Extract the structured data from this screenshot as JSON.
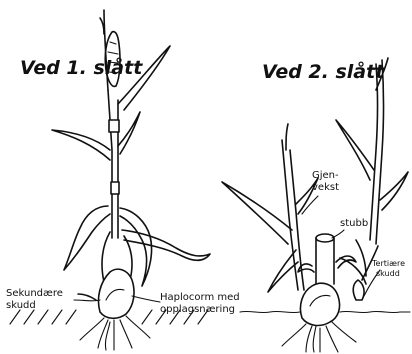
{
  "diagram": {
    "left_panel": {
      "title": "Ved 1. slått",
      "labels": {
        "secondary_shoots_line1": "Sekundære",
        "secondary_shoots_line2": "skudd",
        "haplocorm_line1": "Haplocorm med",
        "haplocorm_line2": "opplagsnæring"
      }
    },
    "right_panel": {
      "title": "Ved 2. slått",
      "labels": {
        "regrowth_line1": "Gjen-",
        "regrowth_line2": "vekst",
        "stubble": "stubb",
        "tertiary_line1": "Tertiære",
        "tertiary_line2": "skudd"
      }
    }
  }
}
